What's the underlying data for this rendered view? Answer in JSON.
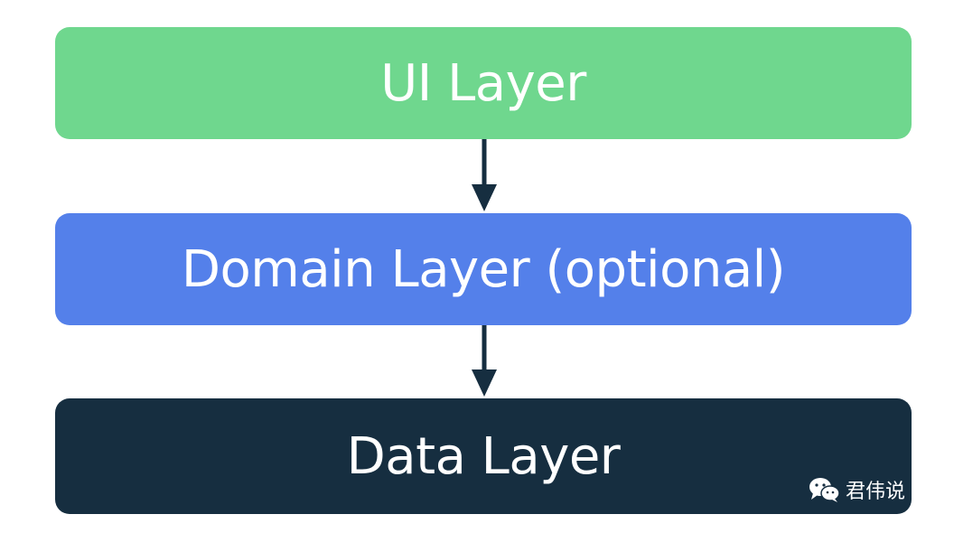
{
  "diagram": {
    "layers": [
      {
        "id": "ui",
        "label": "UI Layer",
        "color": "#6fd78e"
      },
      {
        "id": "domain",
        "label": "Domain Layer (optional)",
        "color": "#5480ea"
      },
      {
        "id": "data",
        "label": "Data Layer",
        "color": "#162e40"
      }
    ],
    "arrow_color": "#162e40"
  },
  "watermark": {
    "icon": "wechat-icon",
    "text": "君伟说"
  }
}
